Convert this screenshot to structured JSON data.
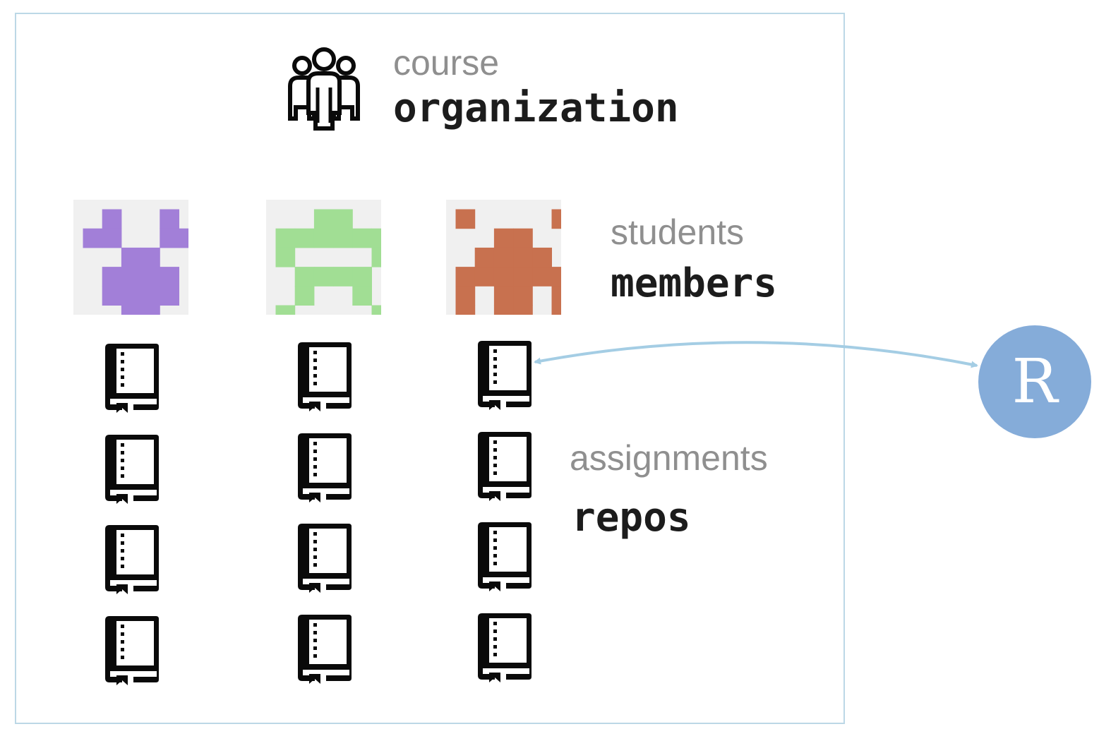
{
  "organization": {
    "light_label": "course",
    "bold_label": "organization",
    "icon": "people-icon"
  },
  "members": {
    "light_label": "students",
    "bold_label": "members",
    "avatars": [
      {
        "name": "member-avatar-purple",
        "color": "#a27fd8",
        "pattern": [
          "010010",
          "110011",
          "001100",
          "011110",
          "011110",
          "001100"
        ]
      },
      {
        "name": "member-avatar-green",
        "color": "#a1de94",
        "pattern": [
          "001100",
          "111111",
          "100001",
          "011110",
          "010010",
          "100001"
        ]
      },
      {
        "name": "member-avatar-orange",
        "color": "#c8714f",
        "pattern": [
          "100001",
          "001100",
          "011110",
          "111111",
          "101101",
          "101101"
        ]
      }
    ]
  },
  "repos": {
    "light_label": "assignments",
    "bold_label": "repos",
    "icon": "repo-book-icon",
    "per_member": 4
  },
  "r_badge": {
    "letter": "R",
    "color": "#85acd9"
  },
  "colors": {
    "frame_border": "#bcd8e6",
    "arrow": "#a4cde4",
    "avatar_background": "#f0f0f0",
    "icon_fill": "#0a0a0a",
    "light_text": "#8f8f8f",
    "bold_text": "#1c1c1c"
  }
}
